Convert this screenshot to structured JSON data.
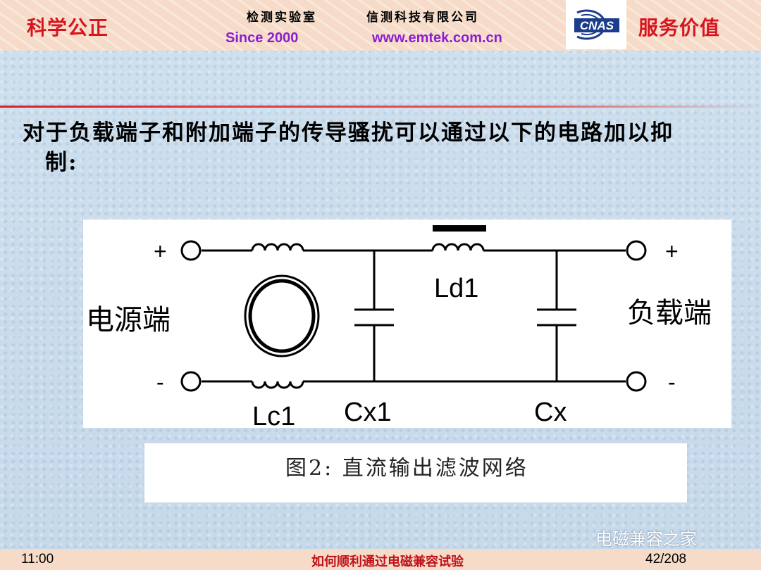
{
  "header": {
    "slogan_left": "科学公正",
    "slogan_right": "服务价值",
    "lab_name": "检测实验室",
    "company_name": "信测科技有限公司",
    "since": "Since 2000",
    "website": "www.emtek.com.cn",
    "logo_text": "CNAS"
  },
  "main": {
    "heading_line1": "对于负载端子和附加端子的传导骚扰可以通过以下的电路加以抑",
    "heading_line2": "制:"
  },
  "diagram": {
    "source_label": "电源端",
    "load_label": "负载端",
    "plus_left": "+",
    "minus_left": "-",
    "plus_right": "+",
    "minus_right": "-",
    "lc1": "Lc1",
    "ld1": "Ld1",
    "cx1": "Cx1",
    "cx": "Cx",
    "caption": "图2: 直流输出滤波网络"
  },
  "watermark": "电磁兼容之家",
  "footer": {
    "time": "11:00",
    "title": "如何顺利通过电磁兼容试验",
    "page": "42/208"
  }
}
